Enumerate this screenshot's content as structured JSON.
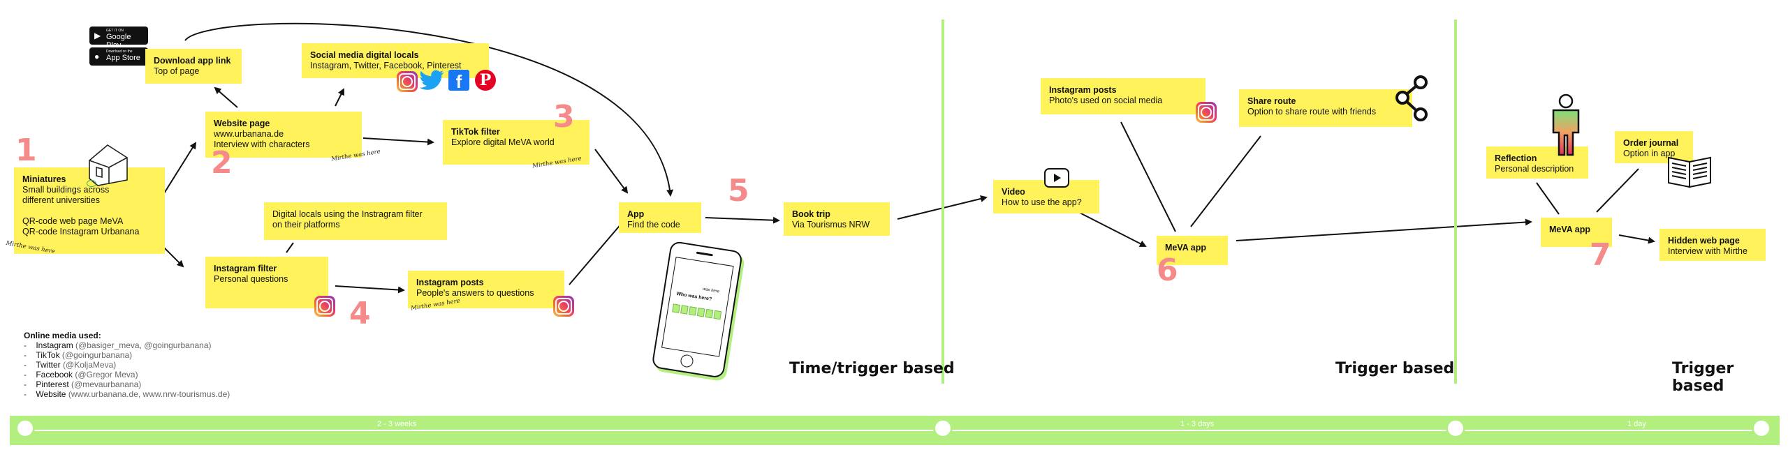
{
  "stores": {
    "google": {
      "small": "GET IT ON",
      "main": "Google Play"
    },
    "apple": {
      "small": "Download on the",
      "main": "App Store"
    }
  },
  "nodes": {
    "download": {
      "title": "Download app link",
      "body": "Top of page"
    },
    "social": {
      "title": "Social media digital locals",
      "body": "Instagram, Twitter, Facebook, Pinterest"
    },
    "website": {
      "title": "Website page",
      "body": "www.urbanana.de\nInterview with characters"
    },
    "tiktok": {
      "title": "TikTok filter",
      "body": "Explore digital MeVA world"
    },
    "miniatures": {
      "title": "Miniatures",
      "body": "Small buildings across\ndifferent universities\n\nQR-code web page MeVA\nQR-code Instagram Urbanana"
    },
    "digital_locals": {
      "title": "",
      "body": "Digital locals using the Instragram filter\non their platforms"
    },
    "app_code": {
      "title": "App",
      "body": "Find the code"
    },
    "book_trip": {
      "title": "Book trip",
      "body": "Via Tourismus NRW"
    },
    "insta_filter": {
      "title": "Instagram filter",
      "body": "Personal questions"
    },
    "insta_posts_1": {
      "title": "Instagram posts",
      "body": "People's answers to questions"
    },
    "video": {
      "title": "Video",
      "body": "How to use the app?"
    },
    "insta_posts_2": {
      "title": "Instagram posts",
      "body": "Photo's used on social media"
    },
    "share_route": {
      "title": "Share route",
      "body": "Option to share route with friends"
    },
    "meva_app_1": {
      "title": "MeVA app",
      "body": ""
    },
    "reflection": {
      "title": "Reflection",
      "body": "Personal description"
    },
    "order_journal": {
      "title": "Order journal",
      "body": "Option in app"
    },
    "meva_app_2": {
      "title": "MeVA app",
      "body": ""
    },
    "hidden_web": {
      "title": "Hidden web page",
      "body": "Interview with Mirthe"
    }
  },
  "numbers": [
    "1",
    "2",
    "3",
    "4",
    "5",
    "6",
    "7"
  ],
  "signature": "Mirthe was here",
  "phone": {
    "line1": "was here",
    "line2": "Who was here?"
  },
  "phases": [
    "Time/trigger based",
    "Trigger based",
    "Trigger based"
  ],
  "timeline": {
    "labels": [
      "2 - 3 weeks",
      "1 - 3 days",
      "1 day"
    ]
  },
  "online_media": {
    "heading": "Online media used:",
    "items": [
      {
        "platform": "Instagram",
        "detail": "(@basiger_meva, @goingurbanana)"
      },
      {
        "platform": "TikTok",
        "detail": "(@goingurbanana)"
      },
      {
        "platform": "Twitter",
        "detail": "(@KoljaMeva)"
      },
      {
        "platform": "Facebook",
        "detail": "(@Gregor Meva)"
      },
      {
        "platform": "Pinterest",
        "detail": "(@mevaurbanana)"
      },
      {
        "platform": "Website",
        "detail": "(www.urbanana.de, www.nrw-tourismus.de)"
      }
    ]
  },
  "icons": [
    "house-icon",
    "instagram-icon",
    "twitter-icon",
    "facebook-icon",
    "pinterest-icon",
    "play-icon",
    "share-icon",
    "person-icon",
    "book-icon",
    "phone-icon"
  ],
  "colors": {
    "note": "#fff25a",
    "number": "#f58a8a",
    "phase_line": "#b3ef7e",
    "timeline": "#b3ef7e"
  }
}
